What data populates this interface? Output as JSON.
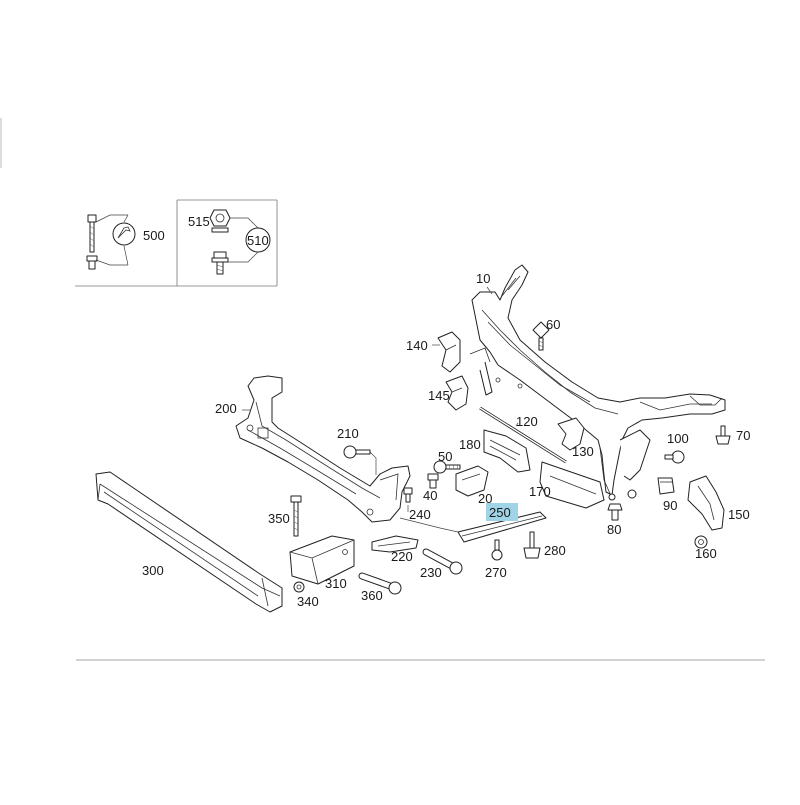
{
  "diagram": {
    "inset_labels": {
      "l500": "500",
      "l515": "515",
      "l510": "510"
    },
    "part_labels": {
      "l10": "10",
      "l20": "20",
      "l40": "40",
      "l50": "50",
      "l60": "60",
      "l70": "70",
      "l80": "80",
      "l90": "90",
      "l100": "100",
      "l120": "120",
      "l130": "130",
      "l140": "140",
      "l145": "145",
      "l150": "150",
      "l160": "160",
      "l170": "170",
      "l180": "180",
      "l200": "200",
      "l210": "210",
      "l220": "220",
      "l230": "230",
      "l240": "240",
      "l250": "250",
      "l270": "270",
      "l280": "280",
      "l300": "300",
      "l310": "310",
      "l340": "340",
      "l350": "350",
      "l360": "360"
    },
    "highlighted_label": "250",
    "highlight_color": "#9fd3e6"
  }
}
